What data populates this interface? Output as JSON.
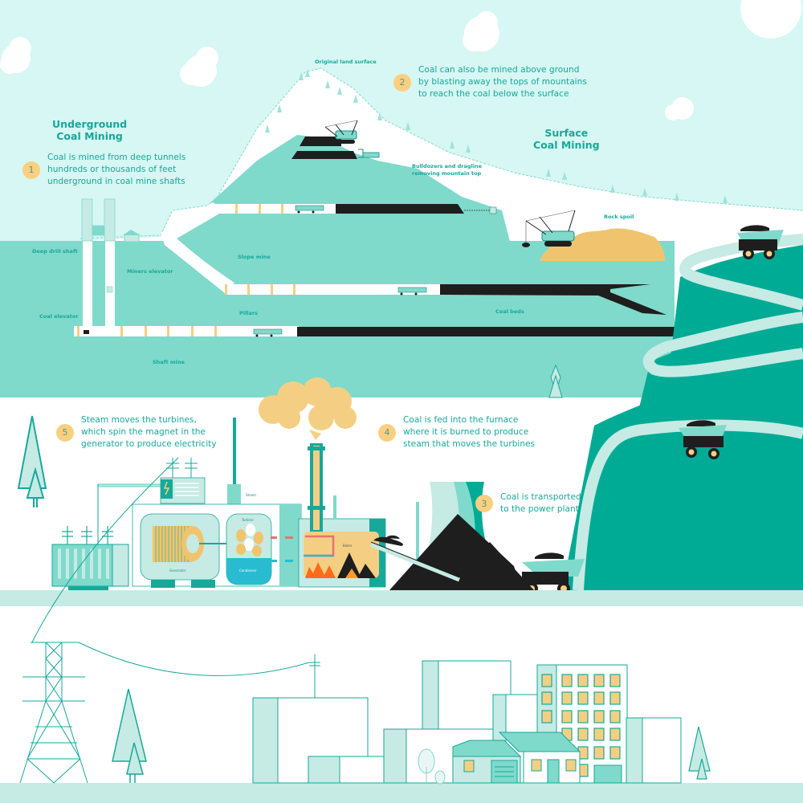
{
  "titles": {
    "underground": [
      "Underground",
      "Coal Mining"
    ],
    "surface": [
      "Surface",
      "Coal Mining"
    ]
  },
  "steps": [
    {
      "number": "1",
      "lines": [
        "Coal is mined from deep   tunnels",
        "hundreds or thousands of feet",
        "underground in coal mine shafts"
      ]
    },
    {
      "number": "2",
      "lines": [
        "Coal can also be mined above ground",
        "by blasting away the tops of mountains",
        "to reach the coal below the surface"
      ]
    },
    {
      "number": "3",
      "lines": [
        "Coal is transported",
        "to the power plant"
      ]
    },
    {
      "number": "4",
      "lines": [
        "Coal is fed into the furnace",
        "where it is burned to produce",
        "steam that moves the turbines"
      ]
    },
    {
      "number": "5",
      "lines": [
        "Steam moves the turbines,",
        "which spin the magnet in the",
        "generator to produce electricity"
      ]
    }
  ],
  "mine_labels": {
    "original_land_surface": "Original land surface",
    "bulldozers": [
      "Bulldozers and dragline",
      "removing mountain top"
    ],
    "rock_spoil": "Rock spoil",
    "deep_drill_shaft": "Deep drill shaft",
    "miners_elevator": "Miners elevator",
    "coal_elevator": "Coal elevator",
    "slope_mine": "Slope mine",
    "pillars": "Pillars",
    "coal_beds": "Coal beds",
    "shaft_mine": "Shaft mine"
  },
  "plant_labels": {
    "steam": "Steam",
    "turbine": "Turbine",
    "generator": "Generator",
    "condenser": "Condenser",
    "boiler": "Boiler"
  },
  "colors": {
    "sky": "#d6f7f3",
    "earth": "#7fdacb",
    "deep_teal": "#00ab96",
    "pale_teal": "#c6eae4",
    "coal": "#1e1e1e",
    "sand": "#f0c46e",
    "badge": "#fbcf80",
    "text": "#16a99a"
  }
}
